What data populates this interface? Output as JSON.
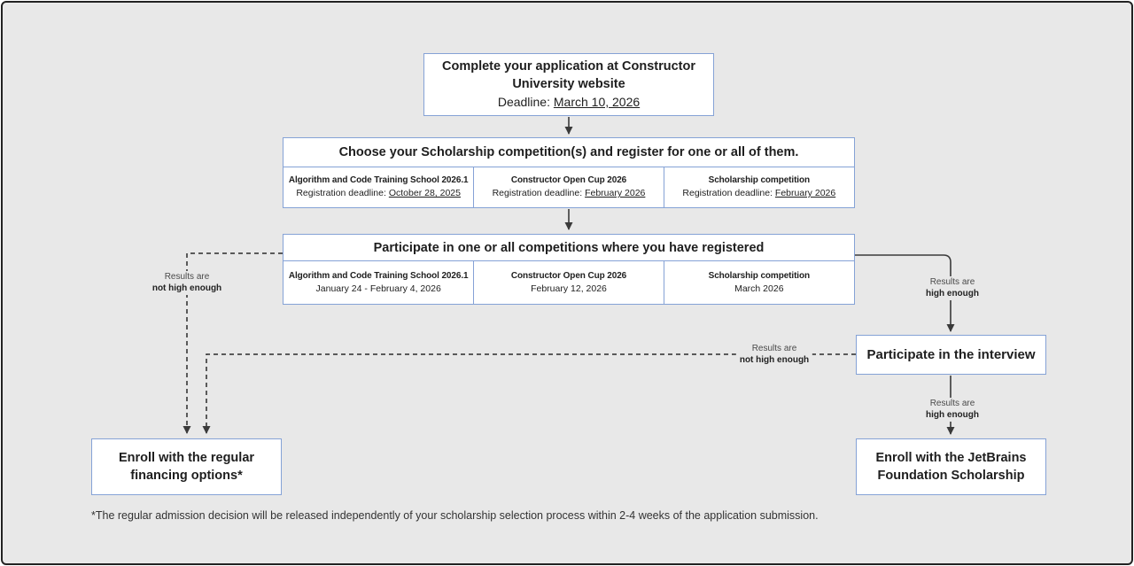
{
  "colors": {
    "page_background": "#e8e8e8",
    "frame_border": "#222222",
    "box_border": "#85a2d6",
    "box_background": "#ffffff",
    "arrow_line": "#3a3a3a",
    "text": "#1e1e1e"
  },
  "flow": {
    "application": {
      "title": "Complete your application at Constructor University website",
      "deadline_label": "Deadline:",
      "deadline_date": "March 10, 2026"
    },
    "choose": {
      "header": "Choose your Scholarship competition(s) and register for one or all of them.",
      "competitions": [
        {
          "name": "Algorithm and Code Training School 2026.1",
          "deadline_label": "Registration deadline:",
          "deadline_date": "October 28, 2025"
        },
        {
          "name": "Constructor Open Cup 2026",
          "deadline_label": "Registration deadline:",
          "deadline_date": "February 2026"
        },
        {
          "name": "Scholarship competition",
          "deadline_label": "Registration deadline:",
          "deadline_date": "February 2026"
        }
      ]
    },
    "participate": {
      "header": "Participate in one or all competitions where you have registered",
      "competitions": [
        {
          "name": "Algorithm and Code Training School 2026.1",
          "date": "January 24 - February 4, 2026"
        },
        {
          "name": "Constructor Open Cup 2026",
          "date": "February 12, 2026"
        },
        {
          "name": "Scholarship competition",
          "date": "March 2026"
        }
      ]
    },
    "interview": {
      "title": "Participate in the interview"
    },
    "enroll_regular": {
      "title": "Enroll with the regular financing options*"
    },
    "enroll_jetbrains": {
      "title": "Enroll with the JetBrains Foundation Scholarship"
    }
  },
  "edge_labels": {
    "not_high_left": {
      "line1": "Results are",
      "line2": "not high enough"
    },
    "not_high_mid": {
      "line1": "Results are",
      "line2": "not high enough"
    },
    "high_top": {
      "line1": "Results are",
      "line2": "high enough"
    },
    "high_bottom": {
      "line1": "Results are",
      "line2": "high enough"
    }
  },
  "footnote": "*The regular admission decision will be released independently of your scholarship selection process within 2-4 weeks of the application submission."
}
